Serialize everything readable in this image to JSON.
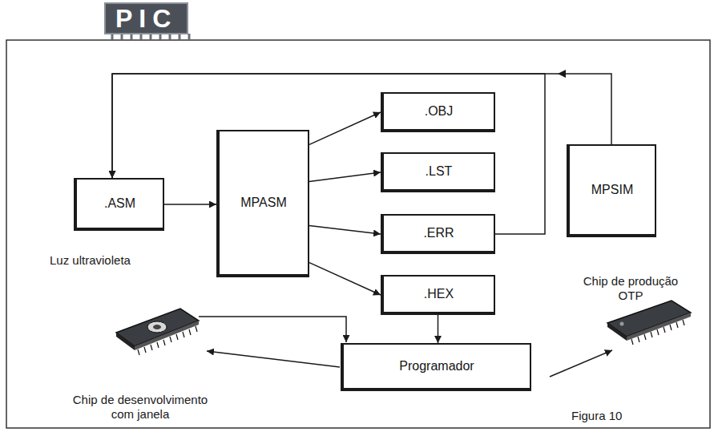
{
  "diagram": {
    "caption": "Figura 10",
    "nodes": [
      {
        "text": [
          ".ASM"
        ]
      },
      {
        "text": [
          "MPASM"
        ]
      },
      {
        "text": [
          ".OBJ"
        ]
      },
      {
        "text": [
          ".LST"
        ]
      },
      {
        "text": [
          ".ERR"
        ]
      },
      {
        "text": [
          ".HEX"
        ]
      },
      {
        "text": [
          "MPSIM"
        ]
      },
      {
        "text": [
          "Programador"
        ]
      }
    ],
    "edges": [
      {
        "from": 0,
        "to": 1,
        "arrow": "to"
      },
      {
        "from": 1,
        "to": 2,
        "arrow": "to"
      },
      {
        "from": 1,
        "to": 3,
        "arrow": "to"
      },
      {
        "from": 1,
        "to": 4,
        "arrow": "to"
      },
      {
        "from": 1,
        "to": 5,
        "arrow": "to"
      },
      {
        "from": 5,
        "to": 7,
        "arrow": "to"
      },
      {
        "from": 4,
        "to": 0,
        "arrow": "to"
      },
      {
        "from": 6,
        "to": 0,
        "arrow": "to"
      }
    ],
    "labels": [
      "PIC",
      "Luz ultravioleta",
      "Chip de desenvolvimento com janela",
      "Chip de produção OTP"
    ]
  }
}
